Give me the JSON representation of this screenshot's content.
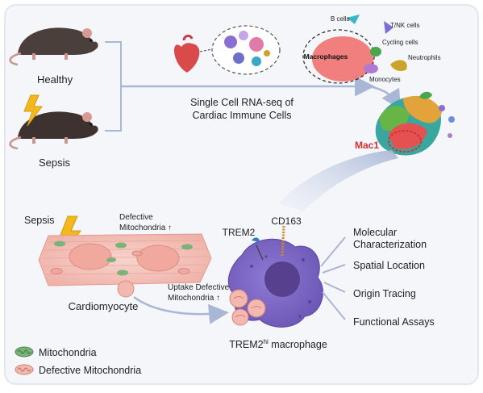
{
  "top": {
    "healthy_label": "Healthy",
    "sepsis_label": "Sepsis",
    "method_line1": "Single Cell RNA-seq of",
    "method_line2": "Cardiac Immune Cells"
  },
  "umap": {
    "clusters": [
      {
        "label": "B cells",
        "color": "#3bb6c9"
      },
      {
        "label": "T/NK cells",
        "color": "#7a6fd6"
      },
      {
        "label": "Cycling cells",
        "color": "#4aa64a"
      },
      {
        "label": "Macrophages",
        "color": "#ef6e6a"
      },
      {
        "label": "Neutrophils",
        "color": "#c9a32c"
      },
      {
        "label": "Monocytes",
        "color": "#b07ad0"
      }
    ],
    "mac1_label": "Mac1"
  },
  "bottom": {
    "sepsis_label": "Sepsis",
    "defective_line1": "Defective",
    "defective_line2": "Mitochondria ↑",
    "cardiomyocyte_label": "Cardiomyocyte",
    "uptake_line1": "Uptake Defective",
    "uptake_line2": "Mitochondria ↑",
    "trem2_label": "TREM2",
    "cd163_label": "CD163",
    "macrophage_prefix": "TREM2",
    "macrophage_sup": "hi",
    "macrophage_suffix": " macrophage",
    "studies": [
      "Molecular",
      "Characterization",
      "Spatial Location",
      "Origin Tracing",
      "Functional Assays"
    ]
  },
  "legend": {
    "mito_label": "Mitochondria",
    "defective_mito_label": "Defective Mitochondria"
  },
  "colors": {
    "frame": "#eef1f7",
    "arrow": "#a9b7d6",
    "mac1": "#d32f2f",
    "macrophage_body": "#7d69c6",
    "macrophage_nucleus": "#57418f",
    "cardio": "#f2c0b8",
    "mito_green": "#69a86a",
    "mito_pink": "#f0a7a0"
  }
}
